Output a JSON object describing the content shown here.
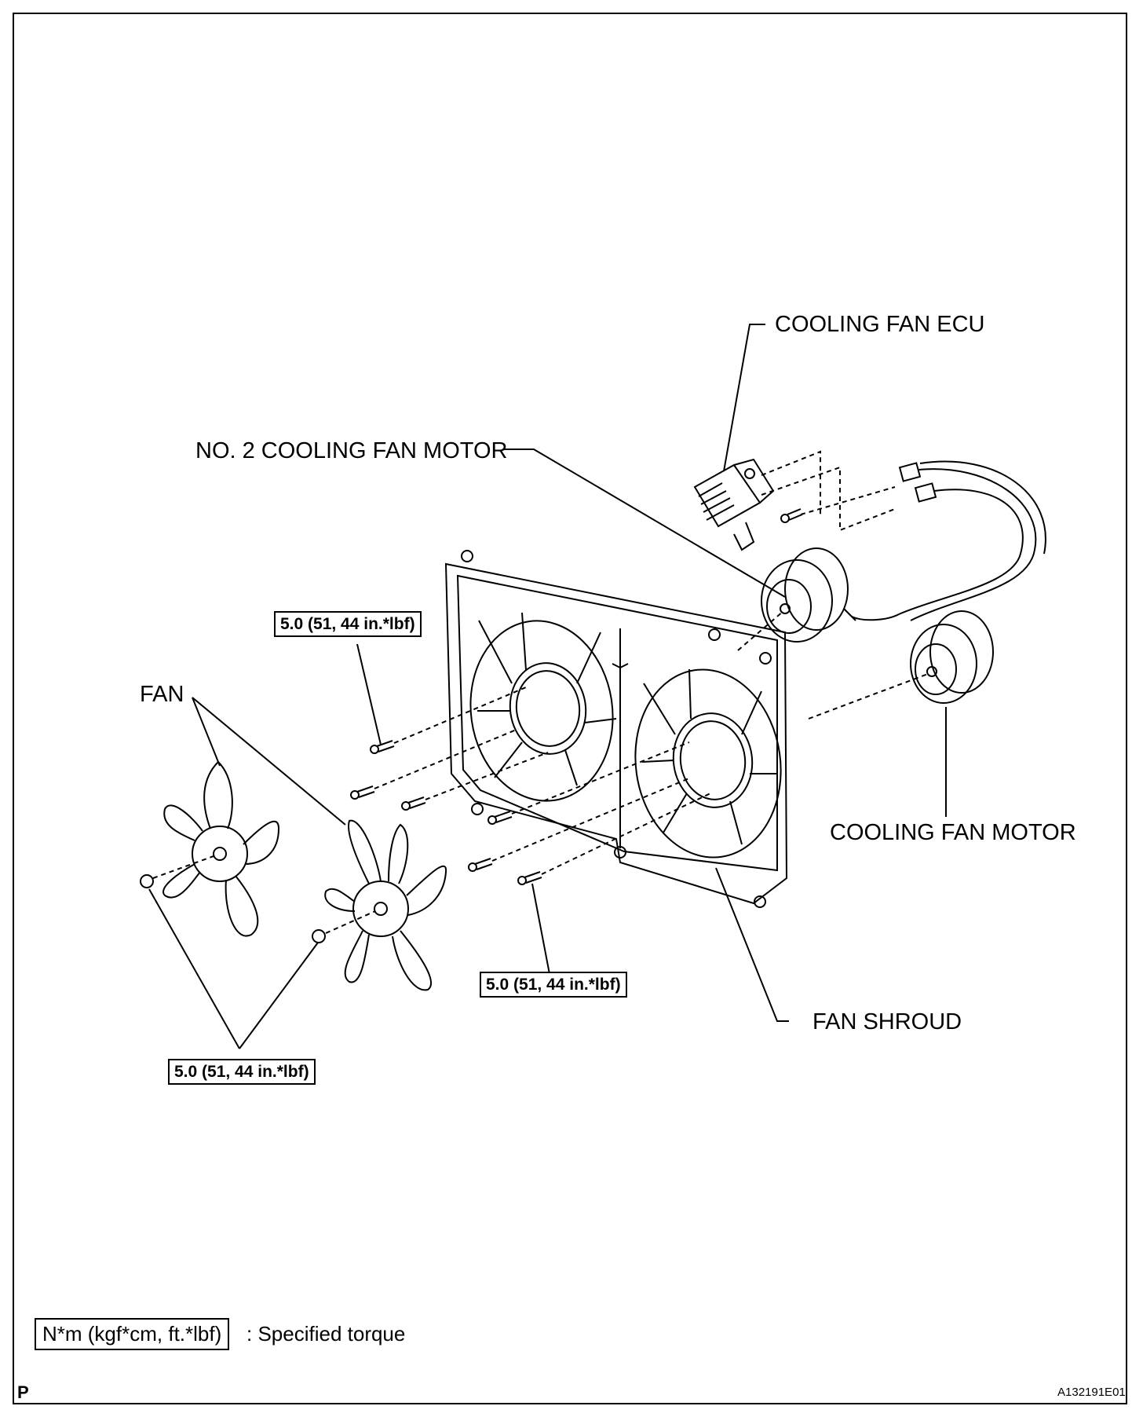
{
  "labels": {
    "ecu": "COOLING FAN ECU",
    "motor2": "NO. 2 COOLING FAN MOTOR",
    "fan": "FAN",
    "motor": "COOLING FAN MOTOR",
    "shroud": "FAN SHROUD"
  },
  "torques": {
    "t1": "5.0 (51, 44 in.*lbf)",
    "t2": "5.0 (51, 44 in.*lbf)",
    "t3": "5.0 (51, 44 in.*lbf)"
  },
  "legend": {
    "unit": "N*m (kgf*cm, ft.*lbf)",
    "desc": ": Specified torque"
  },
  "footer": {
    "page_mark": "P",
    "code": "A132191E01"
  }
}
